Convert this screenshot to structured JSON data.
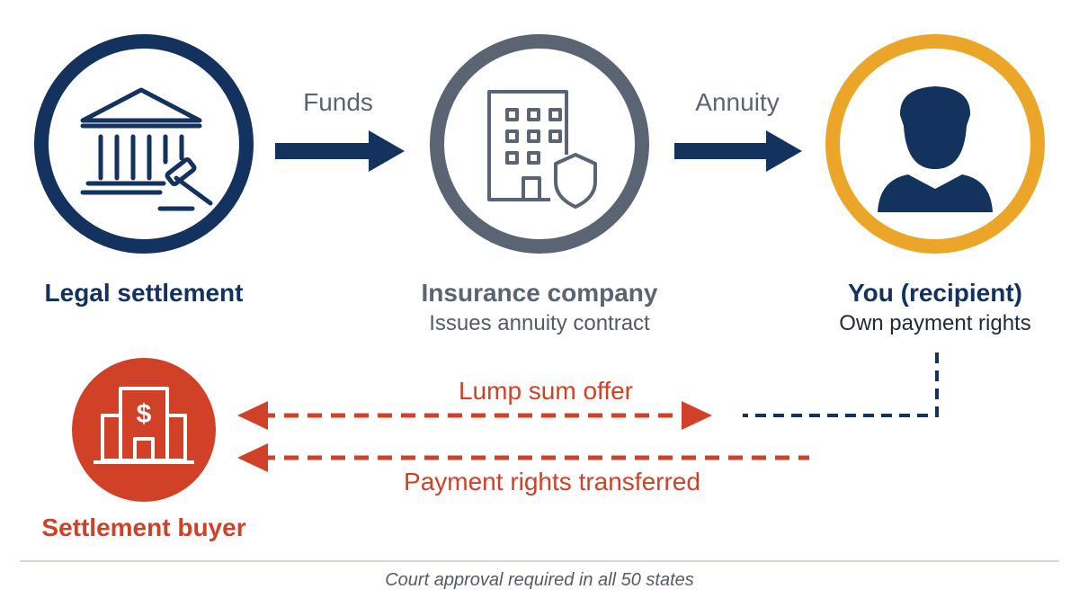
{
  "colors": {
    "navy": "#14325e",
    "slate": "#5a6472",
    "gold": "#eba62a",
    "red": "#d14128",
    "divider": "#c8ccd2"
  },
  "nodes": {
    "legal_settlement": {
      "title": "Legal settlement",
      "icon": "courthouse-gavel-icon"
    },
    "insurance_company": {
      "title": "Insurance company",
      "subtitle": "Issues annuity contract",
      "icon": "building-shield-icon"
    },
    "recipient": {
      "title": "You (recipient)",
      "subtitle": "Own payment rights",
      "icon": "person-icon"
    },
    "settlement_buyer": {
      "title": "Settlement buyer",
      "icon": "bank-dollar-icon"
    }
  },
  "flows": {
    "funds": "Funds",
    "annuity": "Annuity",
    "lump_sum_offer": "Lump sum offer",
    "payment_rights_transferred": "Payment rights transferred"
  },
  "footnote": "Court approval required in all 50 states"
}
